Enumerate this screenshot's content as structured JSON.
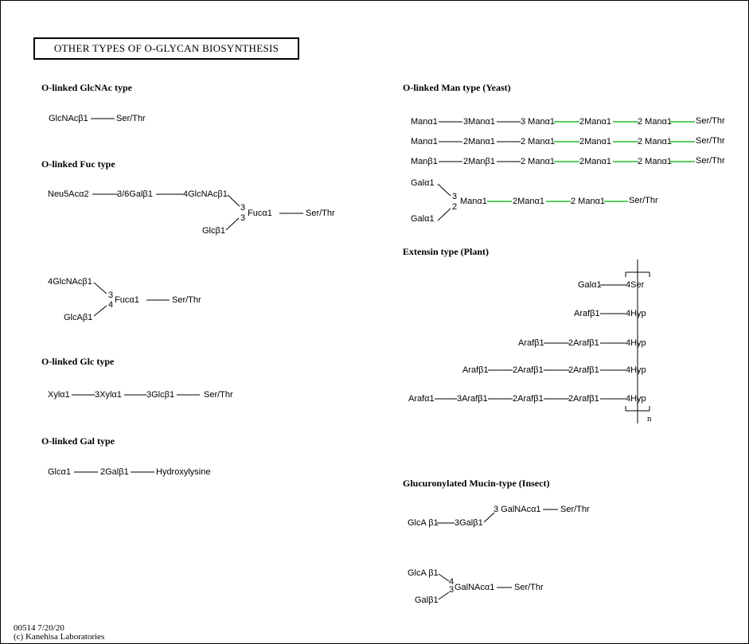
{
  "title": "OTHER TYPES OF O-GLYCAN BIOSYNTHESIS",
  "colors": {
    "green_link": "#5fcc5f",
    "black_link": "#000000"
  },
  "glcnac": {
    "heading": "O-linked GlcNAc type",
    "labels": [
      "GlcNAcβ1",
      "Ser/Thr"
    ]
  },
  "fuc": {
    "heading": "O-linked Fuc type",
    "a": [
      "Neu5Acα2",
      "3/6Galβ1",
      "4GlcNAcβ1",
      "3",
      "Fucα1",
      "3",
      "Glcβ1",
      "Ser/Thr"
    ],
    "b": [
      "4GlcNAcβ1",
      "3",
      "Fucα1",
      "4",
      "GlcAβ1",
      "Ser/Thr"
    ]
  },
  "glc": {
    "heading": "O-linked Glc type",
    "labels": [
      "Xylα1",
      "3Xylα1",
      "3Glcβ1",
      "Ser/Thr"
    ]
  },
  "gal": {
    "heading": "O-linked Gal type",
    "labels": [
      "Glcα1",
      "2Galβ1",
      "Hydroxylysine"
    ]
  },
  "man": {
    "heading": "O-linked Man type (Yeast)",
    "rows": [
      [
        "Manα1",
        "3Manα1",
        "3 Manα1",
        "2Manα1",
        "2 Manα1",
        "Ser/Thr"
      ],
      [
        "Manα1",
        "2Manα1",
        "2 Manα1",
        "2Manα1",
        "2 Manα1",
        "Ser/Thr"
      ],
      [
        "Manβ1",
        "2Manβ1",
        "2 Manα1",
        "2Manα1",
        "2 Manα1",
        "Ser/Thr"
      ]
    ],
    "branch": [
      "Galα1",
      "3",
      "Manα1",
      "2",
      "Galα1",
      "2Manα1",
      "2 Manα1",
      "Ser/Thr"
    ]
  },
  "extensin": {
    "heading": "Extensin type (Plant)",
    "rows": [
      [
        "Galα1",
        "4Ser"
      ],
      [
        "Arafβ1",
        "4Hyp"
      ],
      [
        "Arafβ1",
        "2Arafβ1",
        "4Hyp"
      ],
      [
        "Arafβ1",
        "2Arafβ1",
        "2Arafβ1",
        "4Hyp"
      ],
      [
        "Arafα1",
        "3Arafβ1",
        "2Arafβ1",
        "2Arafβ1",
        "4Hyp"
      ]
    ],
    "repeat_label": "n"
  },
  "mucin": {
    "heading": "Glucuronylated Mucin-type (Insect)",
    "a": [
      "3 GalNAcα1",
      "Ser/Thr",
      "GlcA β1",
      "3Galβ1"
    ],
    "b": [
      "GlcA β1",
      "4",
      "GalNAcα1",
      "3",
      "Galβ1",
      "Ser/Thr"
    ]
  },
  "footer": {
    "map_id": "00514 7/20/20",
    "copyright": "(c) Kanehisa Laboratories"
  }
}
